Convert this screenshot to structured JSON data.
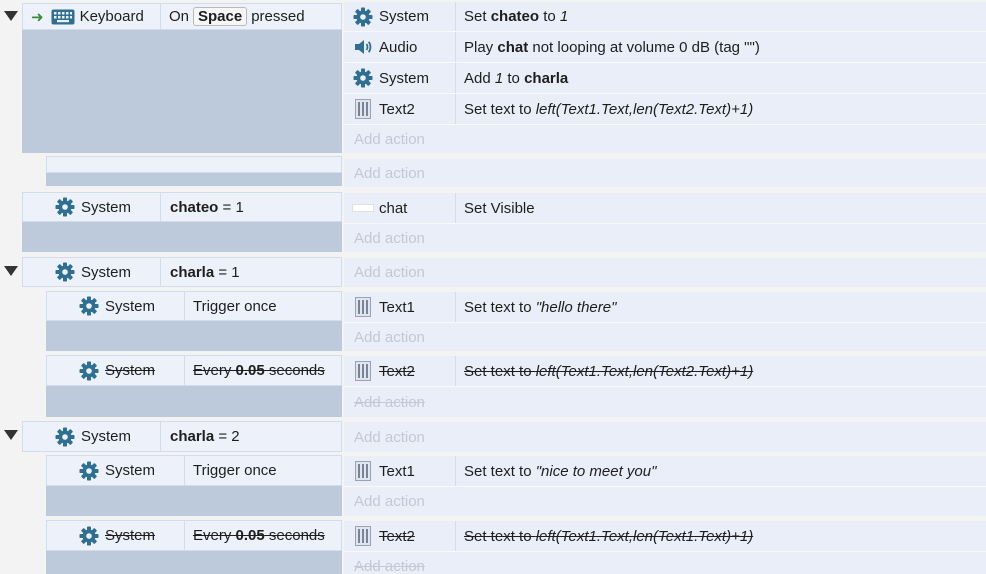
{
  "events": {
    "e1": {
      "cond_obj": "Keyboard",
      "cond_on": "On",
      "cond_key": "Space",
      "cond_tail": "pressed",
      "actions": [
        {
          "obj": "System",
          "p1": "Set ",
          "p2": "chateo",
          "p3": " to ",
          "p4": "1"
        },
        {
          "obj": "Audio",
          "p1": "Play ",
          "p2": "chat",
          "p3": " not looping at volume 0 dB (tag \"\")"
        },
        {
          "obj": "System",
          "p1": "Add ",
          "p2": "1",
          "p3": " to ",
          "p4": "charla"
        },
        {
          "obj": "Text2",
          "p1": "Set text to ",
          "p2": "left(Text1.Text,len(Text2.Text)+1)"
        }
      ],
      "add_action": "Add action"
    },
    "e1b": {
      "add_action": "Add action"
    },
    "e2": {
      "cond_obj": "System",
      "cond_var": "chateo",
      "cond_rest": " = 1",
      "act_obj": "chat",
      "act_text": "Set Visible",
      "add_action": "Add action"
    },
    "e3": {
      "cond_obj": "System",
      "cond_var": "charla",
      "cond_rest": " = 1",
      "add_action": "Add action",
      "sub1": {
        "cond_obj": "System",
        "cond_text": "Trigger once",
        "act_obj": "Text1",
        "act_p1": "Set text to ",
        "act_p2": "\"hello there\"",
        "add_action": "Add action"
      },
      "sub2": {
        "cond_obj": "System",
        "cond_p1": "Every ",
        "cond_p2": "0.05",
        "cond_p3": " seconds",
        "act_obj": "Text2",
        "act_p1": "Set text to ",
        "act_p2": "left(Text1.Text,len(Text2.Text)+1)",
        "add_action": "Add action"
      }
    },
    "e4": {
      "cond_obj": "System",
      "cond_var": "charla",
      "cond_rest": " = 2",
      "add_action": "Add action",
      "sub1": {
        "cond_obj": "System",
        "cond_text": "Trigger once",
        "act_obj": "Text1",
        "act_p1": "Set text to ",
        "act_p2": "\"nice to meet you\"",
        "add_action": "Add action"
      },
      "sub2": {
        "cond_obj": "System",
        "cond_p1": "Every ",
        "cond_p2": "0.05",
        "cond_p3": " seconds",
        "act_obj": "Text2",
        "act_p1": "Set text to ",
        "act_p2": "left(Text1.Text,len(Text1.Text)+1)",
        "add_action": "Add action"
      }
    }
  }
}
